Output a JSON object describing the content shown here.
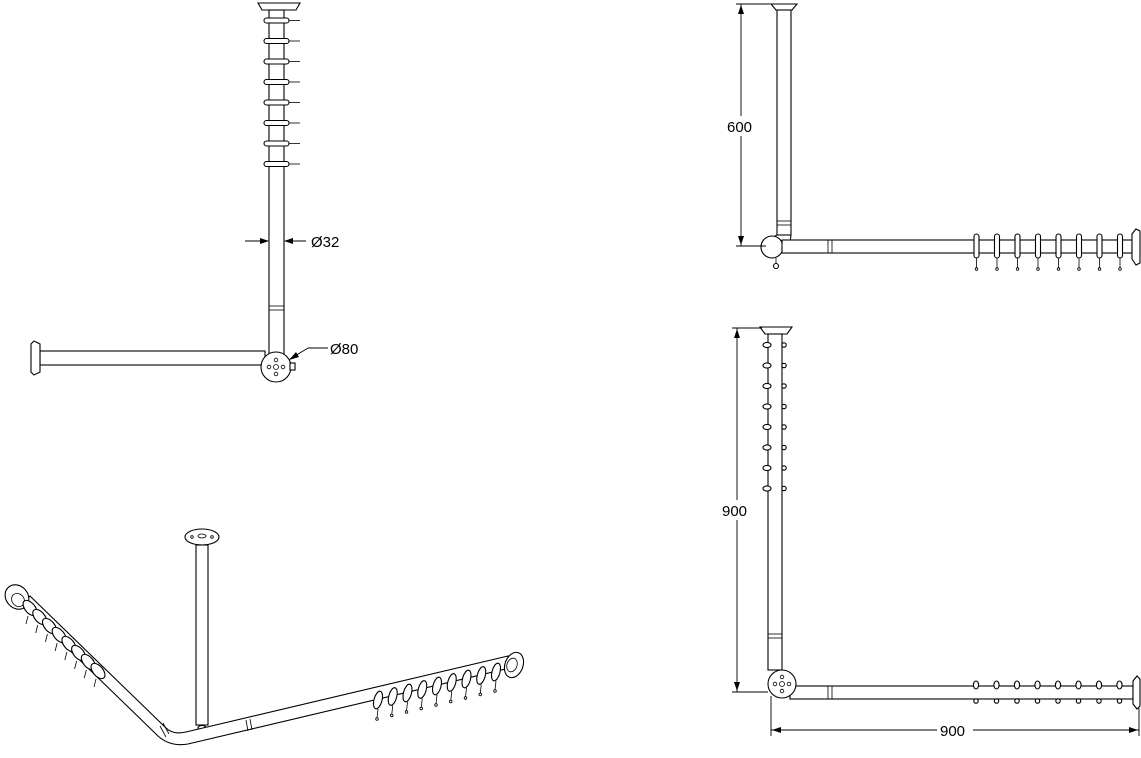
{
  "drawing": {
    "line_color": "#000000",
    "background": "#ffffff",
    "views": {
      "top_view": {
        "tube_diameter_label": "Ø32",
        "flange_diameter_label": "Ø80"
      },
      "side_view": {
        "drop_height_label": "600"
      },
      "plan_view": {
        "leg_a_label": "900",
        "leg_b_label": "900"
      },
      "isometric_view": {}
    }
  }
}
